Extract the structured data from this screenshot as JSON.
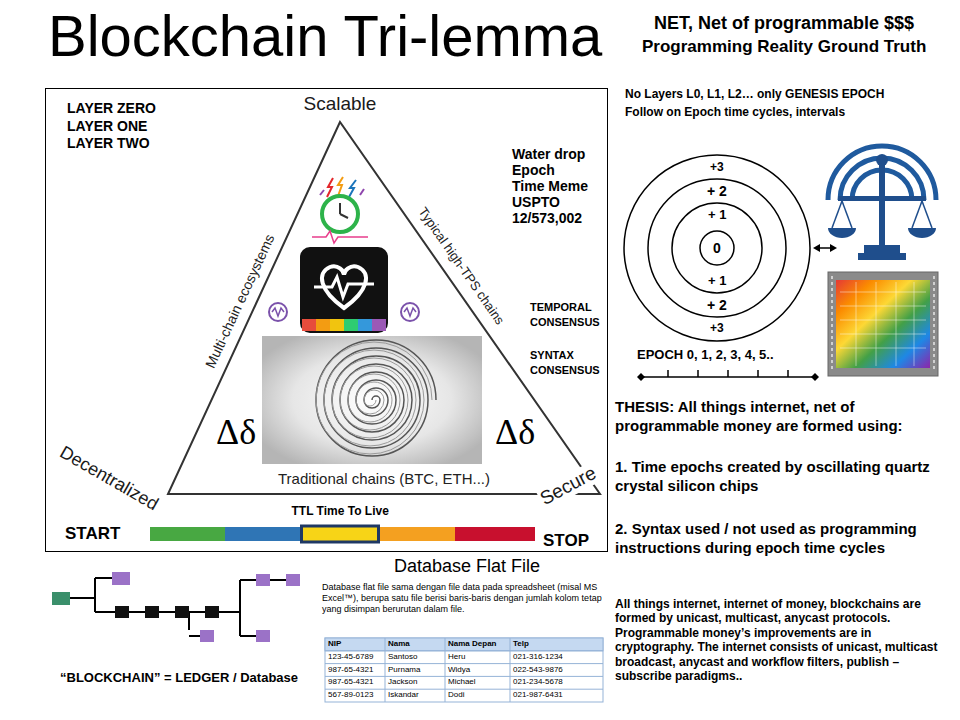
{
  "diagram": {
    "title": "Blockchain Tri-lemma",
    "nodes": [
      {
        "text": [
          "LAYER ZERO LAYER ONE LAYER TWO"
        ]
      },
      {
        "text": [
          "Scalable",
          "Multi-chain ecosystems",
          "Typical high-TPS chains",
          "Decentralized",
          "Traditional chains (BTC, ETH...)",
          "Secure"
        ],
        "in": 0
      },
      {
        "text": [
          "TTL Time To Live"
        ],
        "in": 0
      },
      {
        "text": [
          "+3",
          "+3"
        ]
      },
      {
        "text": [
          "+ 2",
          "+ 2"
        ],
        "in": 3
      },
      {
        "text": [
          "+ 1",
          "+ 1"
        ],
        "in": 4
      },
      {
        "text": [
          "0"
        ],
        "in": 5
      }
    ],
    "labels": [
      "NET, Net of programmable $$$",
      "Programming Reality Ground Truth",
      "No Layers L0, L1, L2… only GENESIS EPOCH",
      "Follow on Epoch time cycles, intervals",
      "Water drop Epoch Time Meme USPTO 12/573,002",
      "TEMPORAL CONSENSUS",
      "SYNTAX CONSENSUS",
      "Δδ",
      "Δδ",
      "START",
      "STOP",
      "EPOCH 0, 1, 2, 3, 4, 5..",
      "THESIS: All things internet, net of programmable money are formed using:",
      "1. Time epochs created by oscillating quartz crystal silicon chips",
      "2. Syntax used / not used as programming instructions during epoch time cycles",
      "All things internet, internet of money, blockchains are formed by unicast, multicast, anycast protocols. Programmable money’s improvements are in cryptography. The internet consists of unicast, multicast broadcast, anycast and workflow filters, publish – subscribe paradigms..",
      "Database Flat File",
      "Database flat file sama dengan file data pada spreadsheet (misal MS Excel™), berupa satu file berisi baris-baris dengan jumlah kolom tetap yang disimpan berurutan dalam file.",
      "NIP",
      "Nama",
      "Nama Depan",
      "Telp",
      "123-45-6789",
      "Santoso",
      "Heru",
      "021-316-1234",
      "987-65-4321",
      "Purnama",
      "Widya",
      "022-543-9876",
      "987-65-4321",
      "Jackson",
      "Michael",
      "021-234-5678",
      "567-89-0123",
      "Iskandar",
      "Dodi",
      "021-987-6431",
      "“BLOCKCHAIN” = LEDGER / Database"
    ]
  }
}
